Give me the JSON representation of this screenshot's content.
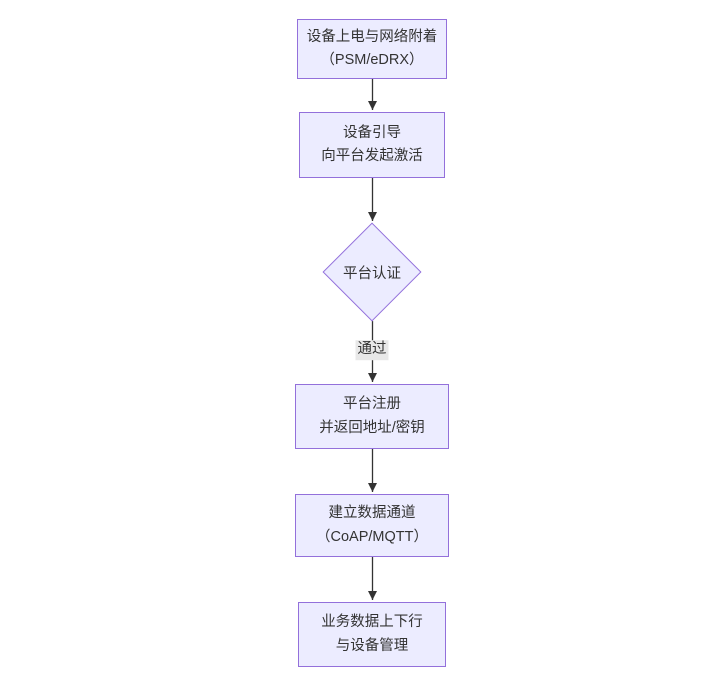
{
  "diagram": {
    "type": "flowchart",
    "direction": "top-to-bottom",
    "nodes": [
      {
        "id": "A",
        "shape": "rect",
        "label": "设备上电与网络附着\n（PSM/eDRX）"
      },
      {
        "id": "B",
        "shape": "rect",
        "label": "设备引导\n向平台发起激活"
      },
      {
        "id": "C",
        "shape": "diamond",
        "label": "平台认证"
      },
      {
        "id": "D",
        "shape": "rect",
        "label": "平台注册\n并返回地址/密钥"
      },
      {
        "id": "E",
        "shape": "rect",
        "label": "建立数据通道\n（CoAP/MQTT）"
      },
      {
        "id": "F",
        "shape": "rect",
        "label": "业务数据上下行\n与设备管理"
      }
    ],
    "edges": [
      {
        "from": "A",
        "to": "B",
        "label": ""
      },
      {
        "from": "B",
        "to": "C",
        "label": ""
      },
      {
        "from": "C",
        "to": "D",
        "label": "通过"
      },
      {
        "from": "D",
        "to": "E",
        "label": ""
      },
      {
        "from": "E",
        "to": "F",
        "label": ""
      }
    ],
    "colors": {
      "node_fill": "#ECECFF",
      "node_border": "#9370DB",
      "edge_line": "#333333",
      "edge_label_bg": "#e8e8e8",
      "text": "#333333",
      "background": "#ffffff"
    }
  }
}
